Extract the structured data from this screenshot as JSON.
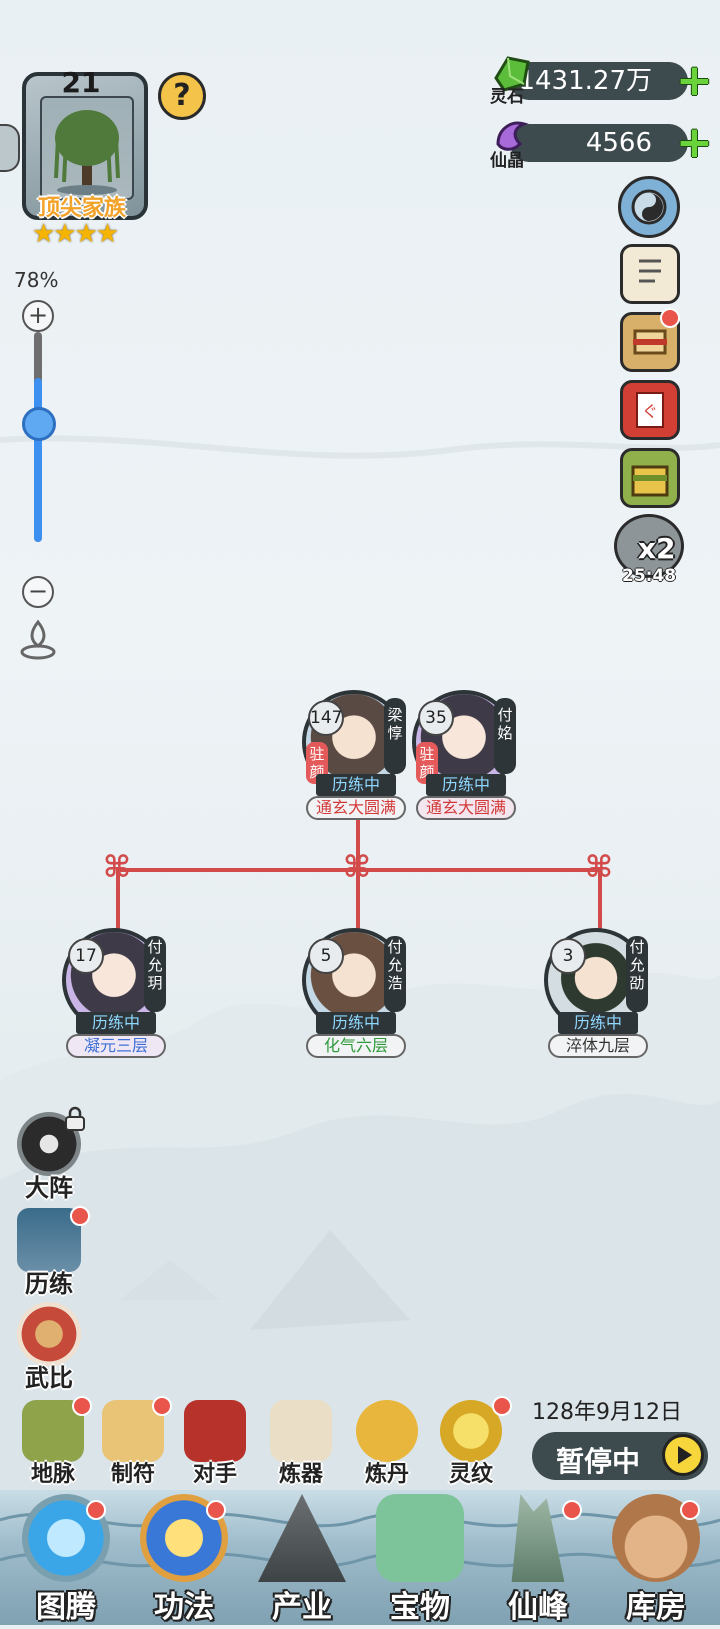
{
  "header": {
    "family_level": "21",
    "family_title": "顶尖家族",
    "family_stars": "★★★★",
    "help_label": "?"
  },
  "currency": {
    "spirit_stone": {
      "label": "灵石",
      "value": "1431.27万"
    },
    "fairy_crystal": {
      "label": "仙晶",
      "value": "4566"
    }
  },
  "zoom": {
    "percent_label": "78%",
    "level": 0.78,
    "plus": "+",
    "minus": "−"
  },
  "speed": {
    "multiplier": "x2",
    "timer": "25:48"
  },
  "tree": {
    "parents": [
      {
        "level": "147",
        "name": "梁\n惇",
        "status": "历练中",
        "realm": "通玄大圆满",
        "realm_color": "#d33a3a",
        "beauty": "驻\n颜"
      },
      {
        "level": "35",
        "name": "付\n姳",
        "status": "历练中",
        "realm": "通玄大圆满",
        "realm_color": "#d33a3a",
        "beauty": "驻\n颜"
      }
    ],
    "children": [
      {
        "level": "17",
        "name": "付\n允\n玥",
        "status": "历练中",
        "realm": "凝元三层",
        "realm_color": "#3f6fd6"
      },
      {
        "level": "5",
        "name": "付\n允\n浩",
        "status": "历练中",
        "realm": "化气六层",
        "realm_color": "#2e9a3a"
      },
      {
        "level": "3",
        "name": "付\n允\n劭",
        "status": "历练中",
        "realm": "淬体九层",
        "realm_color": "#333333"
      }
    ]
  },
  "left_features": [
    {
      "label": "大阵",
      "icon": "formation-icon",
      "locked": true
    },
    {
      "label": "历练",
      "icon": "trial-gate-icon",
      "dot": true
    },
    {
      "label": "武比",
      "icon": "crossed-swords-icon",
      "dot": true
    }
  ],
  "small_row": [
    {
      "label": "地脉",
      "icon": "earth-vein-icon",
      "dot": true
    },
    {
      "label": "制符",
      "icon": "talisman-icon",
      "dot": true
    },
    {
      "label": "对手",
      "icon": "rival-gate-icon",
      "dot": false
    },
    {
      "label": "炼器",
      "icon": "forge-scroll-icon",
      "dot": false
    },
    {
      "label": "炼丹",
      "icon": "alchemy-cauldron-icon",
      "dot": false
    },
    {
      "label": "灵纹",
      "icon": "spirit-rune-icon",
      "dot": true
    }
  ],
  "date": "128年9月12日",
  "pause_label": "暂停中",
  "bottom_nav": [
    {
      "label": "图腾",
      "icon": "totem-orb-icon",
      "dot": true
    },
    {
      "label": "功法",
      "icon": "technique-flame-icon",
      "dot": true
    },
    {
      "label": "产业",
      "icon": "industry-mountain-icon",
      "dot": false
    },
    {
      "label": "宝物",
      "icon": "treasure-icon",
      "dot": false
    },
    {
      "label": "仙峰",
      "icon": "immortal-peak-icon",
      "dot": true
    },
    {
      "label": "库房",
      "icon": "storage-bag-icon",
      "dot": true
    }
  ],
  "colors": {
    "accent_red": "#d24a4a",
    "bar_dark": "#3d4a4e",
    "plus_green": "#6ad23a",
    "slider_blue": "#3d8ff0"
  }
}
